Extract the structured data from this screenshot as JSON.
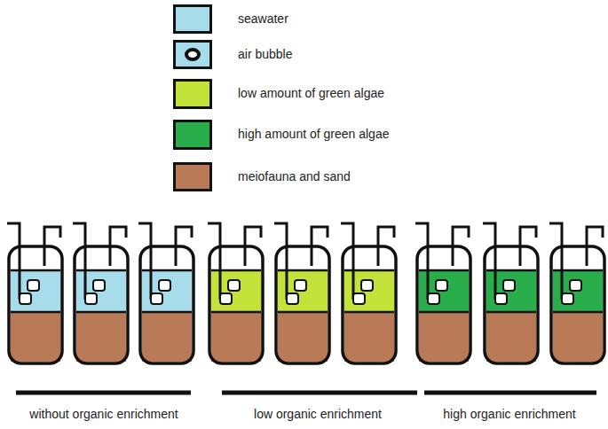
{
  "diagram": {
    "labels": [
      "without organic enrichment",
      "low organic enrichment",
      "high organic enrichment"
    ],
    "legend": [
      {
        "text": "seawater",
        "color": "#a7dcea"
      },
      {
        "text": "air bubble"
      },
      {
        "text": "low amount of green algae",
        "color": "#c3e23a"
      },
      {
        "text": "high amount of green algae",
        "color": "#2aae4b"
      },
      {
        "text": "meiofauna and sand",
        "color": "#b97a57"
      }
    ]
  }
}
